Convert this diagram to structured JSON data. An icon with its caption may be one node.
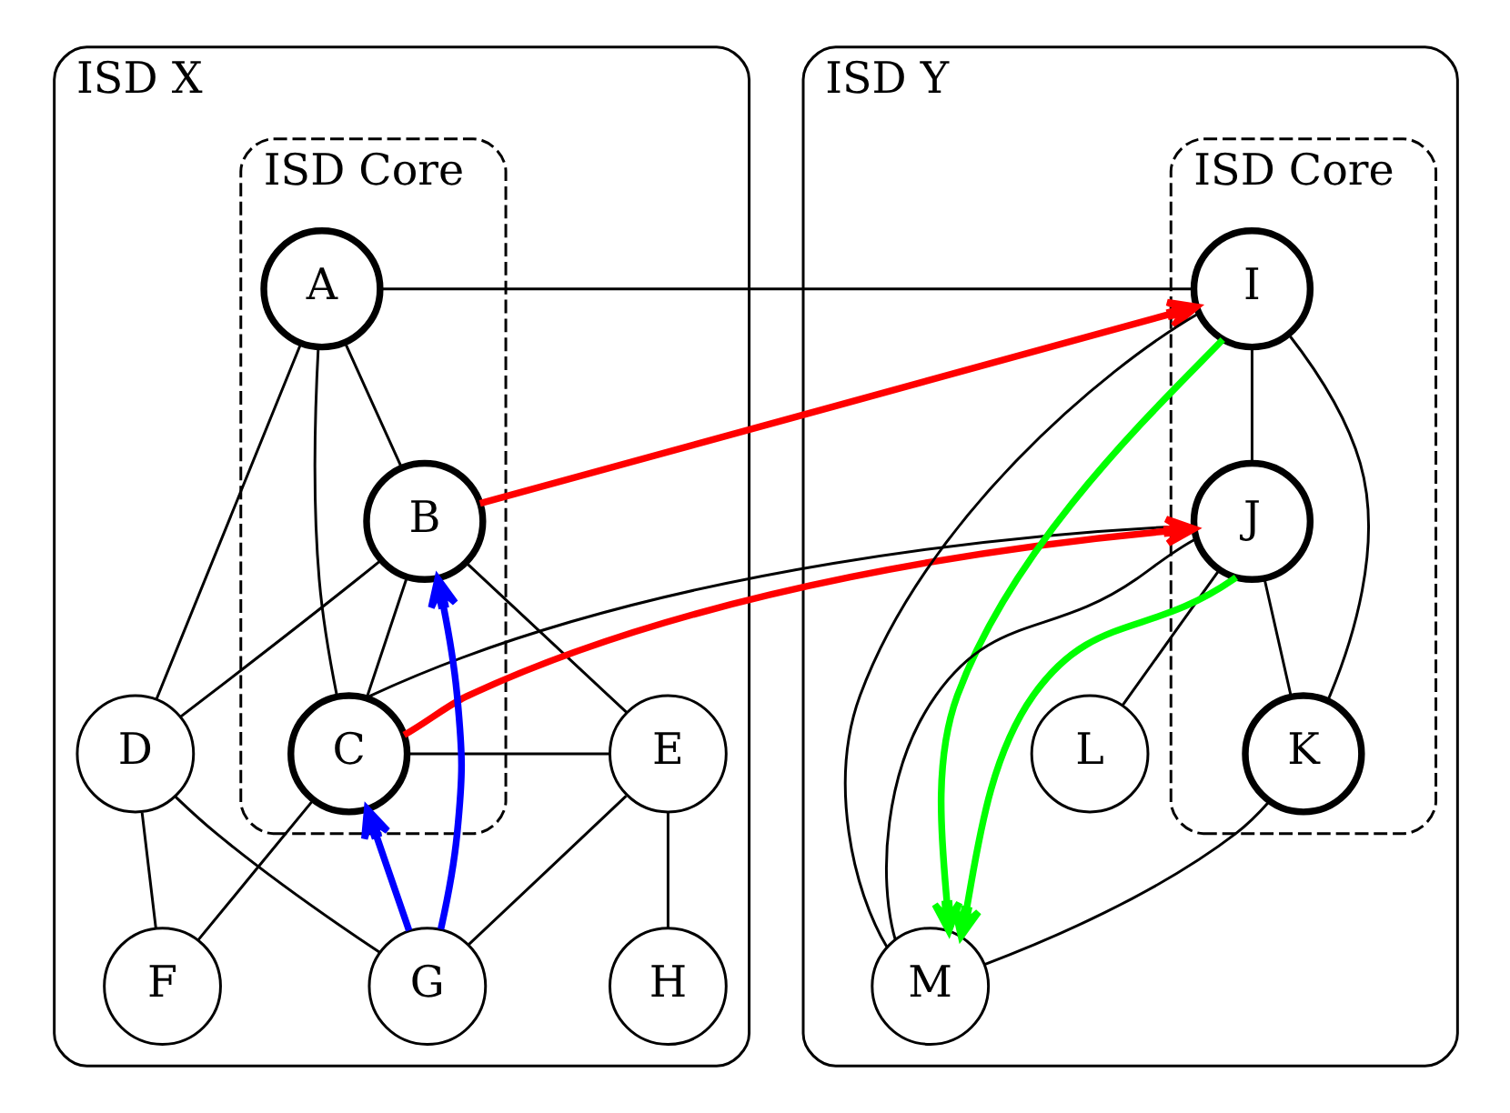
{
  "diagram": {
    "nodes": [
      {
        "text": [
          "ISD X"
        ]
      },
      {
        "text": [
          "ISD Core"
        ],
        "in": 0
      },
      {
        "text": [
          "A"
        ],
        "in": 1
      },
      {
        "text": [
          "B"
        ],
        "in": 1
      },
      {
        "text": [
          "C"
        ],
        "in": 1
      },
      {
        "text": [
          "D"
        ],
        "in": 0
      },
      {
        "text": [
          "E"
        ],
        "in": 0
      },
      {
        "text": [
          "F"
        ],
        "in": 0
      },
      {
        "text": [
          "G"
        ],
        "in": 0
      },
      {
        "text": [
          "H"
        ],
        "in": 0
      },
      {
        "text": [
          "ISD Y"
        ]
      },
      {
        "text": [
          "ISD Core"
        ],
        "in": 10
      },
      {
        "text": [
          "I"
        ],
        "in": 11
      },
      {
        "text": [
          "J"
        ],
        "in": 11
      },
      {
        "text": [
          "K"
        ],
        "in": 11
      },
      {
        "text": [
          "L"
        ],
        "in": 10
      },
      {
        "text": [
          "M"
        ],
        "in": 10
      }
    ],
    "edges": [
      {
        "from": 2,
        "to": 3,
        "arrow": "none"
      },
      {
        "from": 2,
        "to": 4,
        "arrow": "none"
      },
      {
        "from": 2,
        "to": 5,
        "arrow": "none"
      },
      {
        "from": 2,
        "to": 12,
        "arrow": "none"
      },
      {
        "from": 3,
        "to": 4,
        "arrow": "none"
      },
      {
        "from": 3,
        "to": 5,
        "arrow": "none"
      },
      {
        "from": 3,
        "to": 6,
        "arrow": "none"
      },
      {
        "from": 4,
        "to": 6,
        "arrow": "none"
      },
      {
        "from": 4,
        "to": 7,
        "arrow": "none"
      },
      {
        "from": 4,
        "to": 13,
        "arrow": "none"
      },
      {
        "from": 5,
        "to": 7,
        "arrow": "none"
      },
      {
        "from": 5,
        "to": 8,
        "arrow": "none"
      },
      {
        "from": 6,
        "to": 8,
        "arrow": "none"
      },
      {
        "from": 6,
        "to": 9,
        "arrow": "none"
      },
      {
        "from": 12,
        "to": 13,
        "arrow": "none"
      },
      {
        "from": 12,
        "to": 14,
        "arrow": "none"
      },
      {
        "from": 12,
        "to": 16,
        "arrow": "none"
      },
      {
        "from": 13,
        "to": 14,
        "arrow": "none"
      },
      {
        "from": 13,
        "to": 15,
        "arrow": "none"
      },
      {
        "from": 13,
        "to": 16,
        "arrow": "none"
      },
      {
        "from": 14,
        "to": 16,
        "arrow": "none"
      },
      {
        "from": 3,
        "to": 12,
        "arrow": "to",
        "style": "thick",
        "color": "#ff0000"
      },
      {
        "from": 4,
        "to": 13,
        "arrow": "to",
        "style": "thick",
        "color": "#ff0000"
      },
      {
        "from": 8,
        "to": 3,
        "arrow": "to",
        "style": "thick",
        "color": "#0000ff"
      },
      {
        "from": 8,
        "to": 4,
        "arrow": "to",
        "style": "thick",
        "color": "#0000ff"
      },
      {
        "from": 12,
        "to": 16,
        "arrow": "to",
        "style": "thick",
        "color": "#00ff00"
      },
      {
        "from": 13,
        "to": 16,
        "arrow": "to",
        "style": "thick",
        "color": "#00ff00"
      }
    ]
  }
}
